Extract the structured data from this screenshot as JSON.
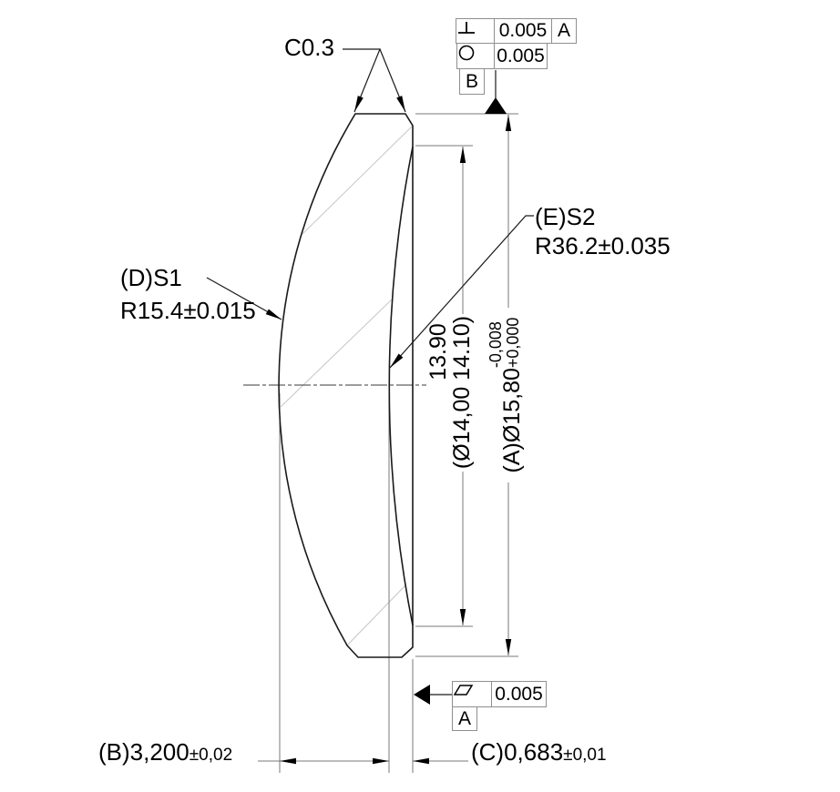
{
  "chamfer": {
    "label": "C0.3"
  },
  "surfaces": {
    "s1": {
      "label": "(D)S1",
      "radius": "R15.4±0.015"
    },
    "s2": {
      "label": "(E)S2",
      "radius": "R36.2±0.035"
    }
  },
  "dimensions": {
    "clear_aperture": {
      "prefix": "(Ø14,00 ",
      "upper_limit": "14.10",
      "lower_limit": "13.90",
      "suffix": ")"
    },
    "outer_diameter": {
      "prefix": "(A)Ø15,80",
      "upper_tol": "+0,000",
      "lower_tol": "-0,008"
    },
    "center_thickness": {
      "label": "(B)3,200",
      "tolerance": "±0,02"
    },
    "edge_thickness": {
      "label": "(C)0,683",
      "tolerance": "±0,01"
    }
  },
  "gdt": {
    "top_frame": {
      "perpendicularity_value": "0.005",
      "perpendicularity_datum": "A",
      "circularity_value": "0.005",
      "datum_label": "B"
    },
    "bottom_frame": {
      "parallelism_value": "0.005",
      "datum_label": "A"
    }
  },
  "colors": {
    "outline": "#1a1a1a",
    "dimension_lines": "#7a7a7a",
    "aux_lines": "#c6c6c6",
    "text": "#000000",
    "background": "#ffffff"
  }
}
